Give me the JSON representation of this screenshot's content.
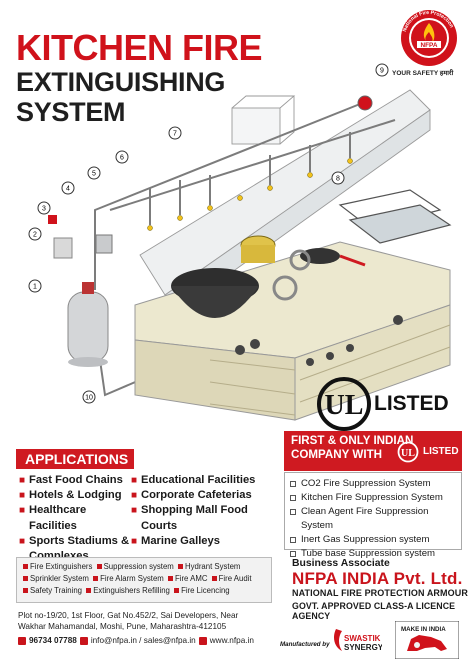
{
  "title": {
    "line1": "KITCHEN FIRE",
    "line2": "EXTINGUISHING",
    "line3": "SYSTEM"
  },
  "logo": {
    "tagline": "YOUR SAFETY हमारी"
  },
  "diagram": {
    "callouts": [
      "1",
      "2",
      "3",
      "4",
      "5",
      "6",
      "7",
      "8",
      "9",
      "10"
    ]
  },
  "ul_listed": {
    "mark": "UL",
    "label": "LISTED"
  },
  "applications": {
    "heading": "APPLICATIONS",
    "bullet": "■",
    "col1": [
      "Fast Food Chains",
      "Hotels & Lodging",
      "Healthcare Facilities",
      "Sports Stadiums &",
      "Complexes"
    ],
    "col2": [
      "Educational Facilities",
      "Corporate Cafeterias",
      "Shopping Mall Food",
      "Courts",
      "Marine Galleys"
    ]
  },
  "services": {
    "line1": [
      "Fire Extinguishers",
      "Suppression system",
      "Hydrant System"
    ],
    "line2": [
      "Sprinkler System",
      "Fire Alarm System",
      "Fire AMC",
      "Fire Audit"
    ],
    "line3": [
      "Safety Training",
      "Extinguishers Refilling",
      "Fire Licencing"
    ]
  },
  "address": {
    "line1": "Plot no-19/20, 1st Floor, Gat No.452/2, Sai Developers, Near",
    "line2": "Wakhar Mahamandal, Moshi, Pune, Maharashtra-412105"
  },
  "contact": {
    "phone": "96734 07788",
    "email": "info@nfpa.in / sales@nfpa.in",
    "web": "www.nfpa.in"
  },
  "first_only": {
    "line1": "FIRST & ONLY INDIAN",
    "line2": "COMPANY WITH",
    "ul_label": "LISTED"
  },
  "systems": [
    "CO2 Fire Suppression System",
    "Kitchen Fire Suppression System",
    "Clean Agent Fire Suppression System",
    "Inert Gas Suppression system",
    "Tube base Suppression system"
  ],
  "business": {
    "label": "Business Associate",
    "company": "NFPA INDIA Pvt. Ltd.",
    "subtitle": "NATIONAL FIRE PROTECTION ARMOUR",
    "licence": "GOVT. APPROVED CLASS-A LICENCE AGENCY"
  },
  "manufactured_by": "Manufactured by",
  "colors": {
    "accent_red": "#cf1a21",
    "dark": "#1f1f1f"
  }
}
